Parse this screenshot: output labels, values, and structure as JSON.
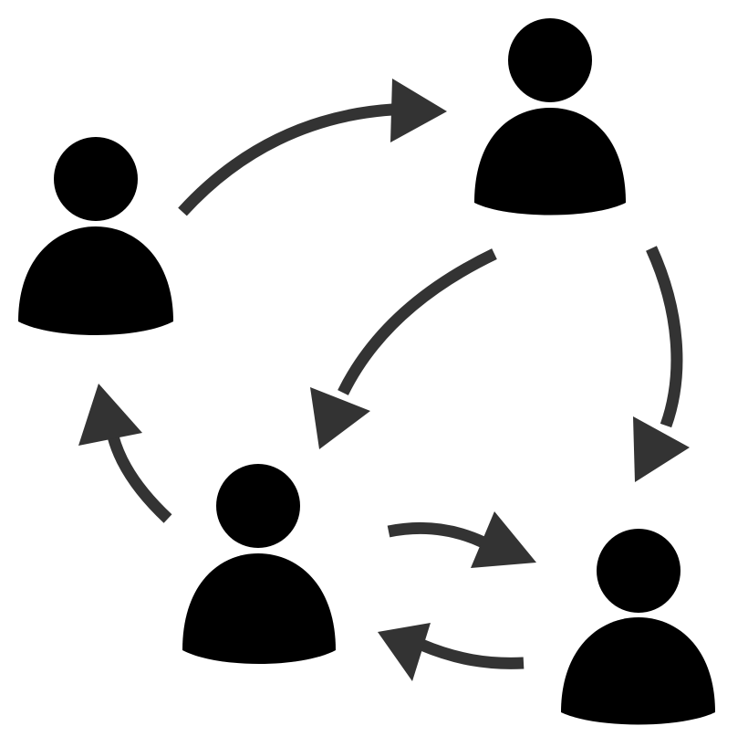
{
  "diagram": {
    "kind": "people-network",
    "person_color": "#000000",
    "arrow_color": "#333333",
    "background": "#ffffff",
    "people": [
      {
        "id": "top-right",
        "icon": "person-icon"
      },
      {
        "id": "left",
        "icon": "person-icon"
      },
      {
        "id": "bottom-center",
        "icon": "person-icon"
      },
      {
        "id": "bottom-right",
        "icon": "person-icon"
      }
    ],
    "connections": [
      {
        "from": "left",
        "to": "top-right",
        "icon": "curved-arrow-icon"
      },
      {
        "from": "top-right",
        "to": "bottom-center",
        "icon": "curved-arrow-icon"
      },
      {
        "from": "top-right",
        "to": "bottom-right",
        "icon": "curved-arrow-icon"
      },
      {
        "from": "bottom-center",
        "to": "left",
        "icon": "curved-arrow-icon"
      },
      {
        "from": "bottom-center",
        "to": "bottom-right",
        "icon": "curved-arrow-icon"
      },
      {
        "from": "bottom-right",
        "to": "bottom-center",
        "icon": "curved-arrow-icon"
      }
    ]
  }
}
